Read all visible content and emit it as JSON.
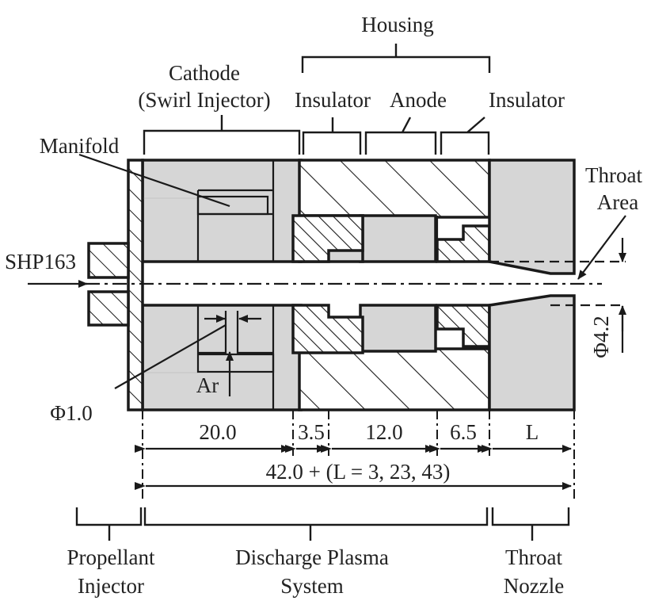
{
  "labels": {
    "housing": "Housing",
    "cathode_line1": "Cathode",
    "cathode_line2": "(Swirl Injector)",
    "insulator_left": "Insulator",
    "anode": "Anode",
    "insulator_right": "Insulator",
    "manifold": "Manifold",
    "throat_area_line1": "Throat",
    "throat_area_line2": "Area",
    "propellant_inlet": "SHP163",
    "gas_inlet": "Ar",
    "orifice_diameter": "Φ1.0",
    "throat_diameter": "Φ4.2",
    "propellant_injector_line1": "Propellant",
    "propellant_injector_line2": "Injector",
    "discharge_plasma_line1": "Discharge Plasma",
    "discharge_plasma_line2": "System",
    "throat_nozzle_line1": "Throat",
    "throat_nozzle_line2": "Nozzle"
  },
  "dimensions": {
    "cathode_length": "20.0",
    "insulator1_length": "3.5",
    "anode_length": "12.0",
    "insulator2_length": "6.5",
    "nozzle_length": "L",
    "total_length": "42.0 + (L = 3, 23, 43)"
  },
  "colors": {
    "body_fill": "#d6d6d6",
    "line": "#1a1a1a",
    "background": "#ffffff"
  }
}
